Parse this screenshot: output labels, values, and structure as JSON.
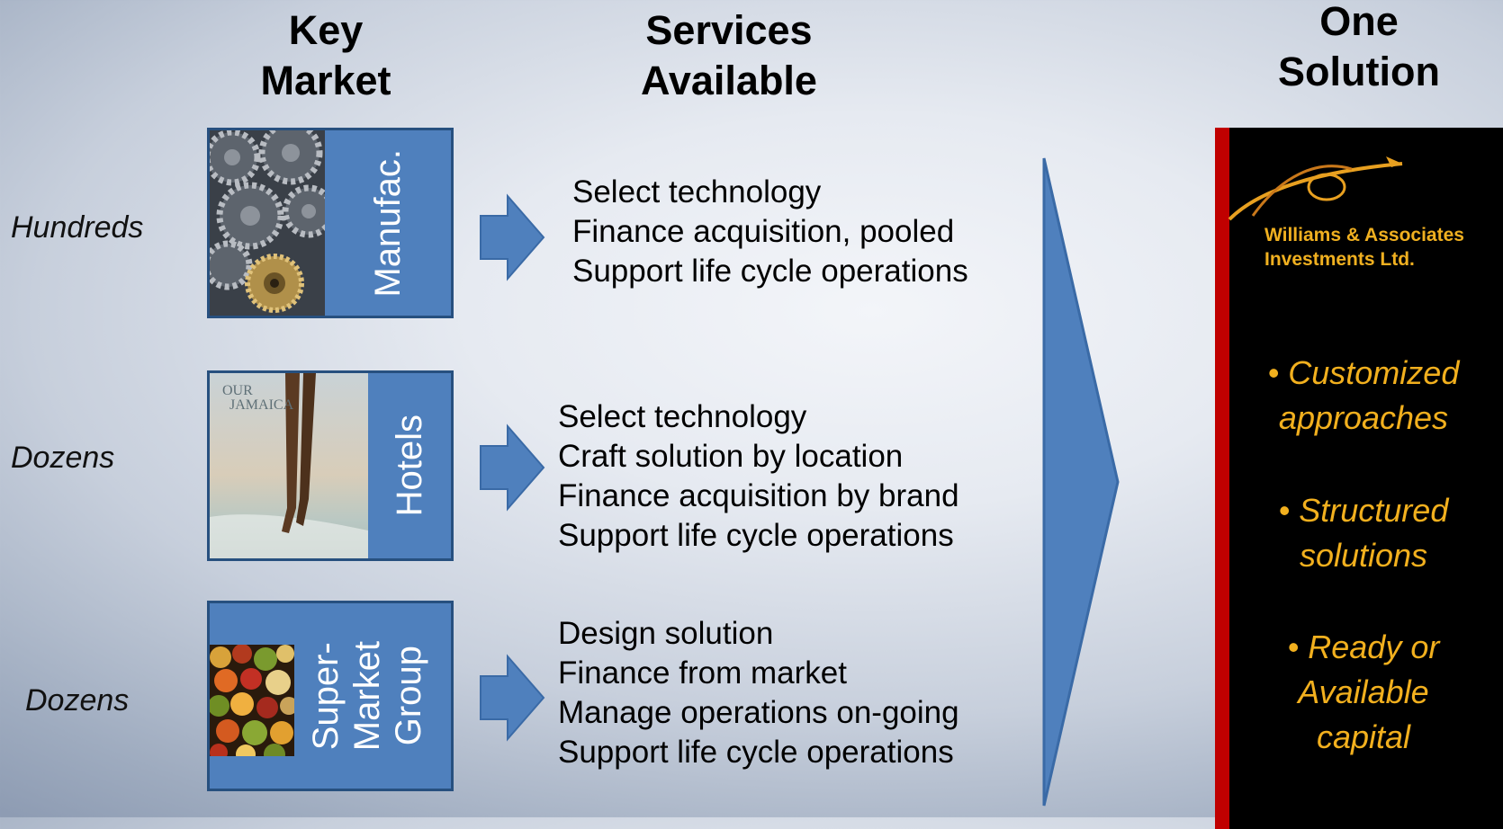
{
  "headers": {
    "key_market": [
      "Key",
      "Market"
    ],
    "services": [
      "Services",
      "Available"
    ],
    "solution": [
      "One",
      "Solution"
    ]
  },
  "rows": [
    {
      "count": "Hundreds",
      "market": "Manufac.",
      "image": "gears-image",
      "services": [
        "Select  technology",
        "Finance acquisition, pooled",
        "Support life cycle operations"
      ]
    },
    {
      "count": "Dozens",
      "market": "Hotels",
      "image": "our-jamaica-beach-image",
      "image_text": [
        "OUR",
        "JAMAICA"
      ],
      "services": [
        "Select  technology",
        "Craft solution by location",
        "Finance acquisition by brand",
        "Support life cycle operations"
      ]
    },
    {
      "count": "Dozens",
      "market": [
        "Super-",
        "Market",
        "Group"
      ],
      "image": "produce-image",
      "services": [
        "Design solution",
        "Finance from market",
        "Manage operations on-going",
        "Support life cycle operations"
      ]
    }
  ],
  "solution_panel": {
    "firm_name": [
      "Williams & Associates",
      "Investments Ltd."
    ],
    "bullets": [
      [
        "• Customized",
        "approaches"
      ],
      [
        "•  Structured",
        "solutions"
      ],
      [
        "•  Ready or",
        "Available",
        "capital"
      ]
    ]
  },
  "colors": {
    "box_fill": "#4f80bd",
    "box_border": "#27507f",
    "arrow_fill": "#4f80bd",
    "panel_bg": "#000000",
    "panel_stripe": "#c00000",
    "gold": "#f2b01e"
  }
}
